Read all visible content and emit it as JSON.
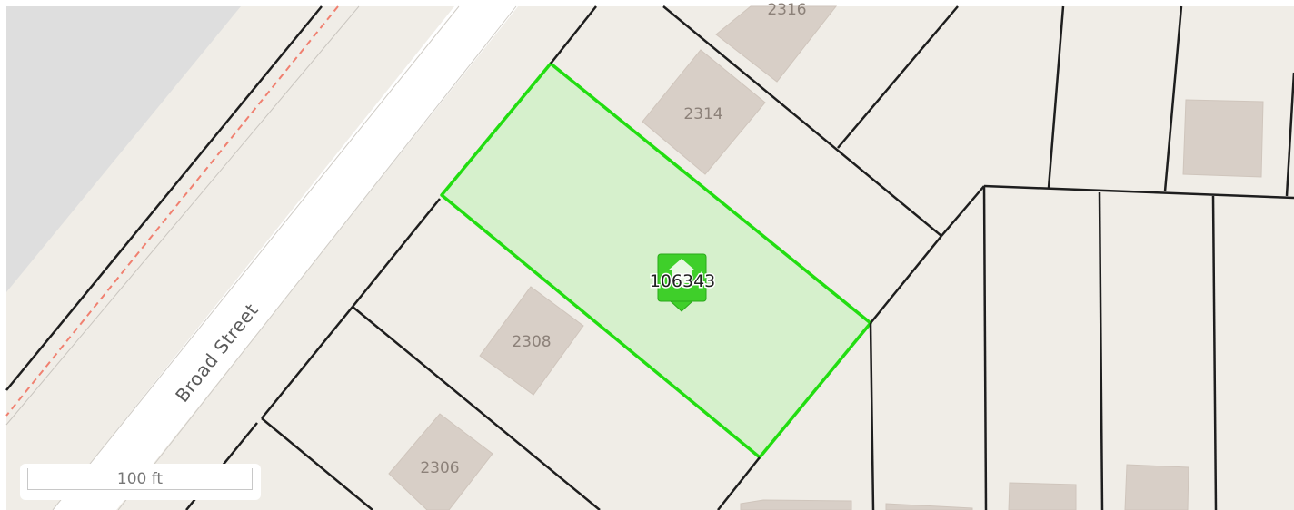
{
  "map": {
    "street_name": "Broad Street",
    "selected_parcel_id": "106343",
    "selection_color": "#22dd11",
    "selection_fill": "#d6f0cc",
    "lot_numbers": {
      "lot_2316": "2316",
      "lot_2314": "2314",
      "lot_2308": "2308",
      "lot_2306": "2306"
    },
    "scale_label": "100 ft"
  }
}
